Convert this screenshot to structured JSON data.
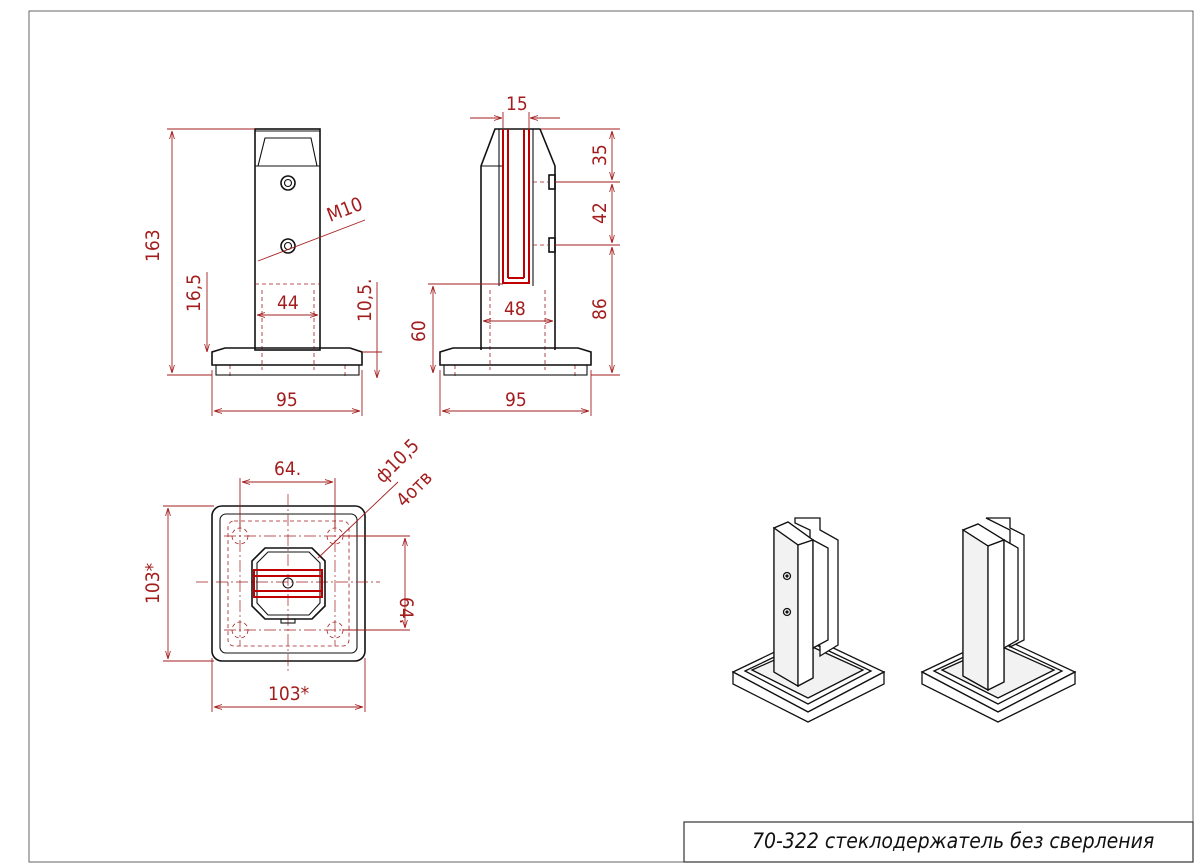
{
  "title_block": {
    "text": "70-322 стеклодержатель без сверления"
  },
  "dimensions": {
    "front": {
      "height_total": "163",
      "base_offset": "16,5",
      "post_width": "44",
      "hole_offset": "10,5.",
      "thread": "M10",
      "base_width": "95"
    },
    "side": {
      "slot_width": "15",
      "top_to_hole": "35",
      "hole_spacing": "42",
      "hole_to_base": "86",
      "slot_depth": "60",
      "body_width": "48",
      "base_width": "95"
    },
    "plan": {
      "hole_spacing_x": "64.",
      "hole_diameter": "ф10,5",
      "hole_count": "4отв",
      "hole_spacing_y": "64.",
      "plate_height": "103*",
      "plate_width": "103*"
    }
  },
  "colors": {
    "outline": "#111111",
    "dimension": "#a31d1d",
    "glass_slot": "#c00000"
  }
}
